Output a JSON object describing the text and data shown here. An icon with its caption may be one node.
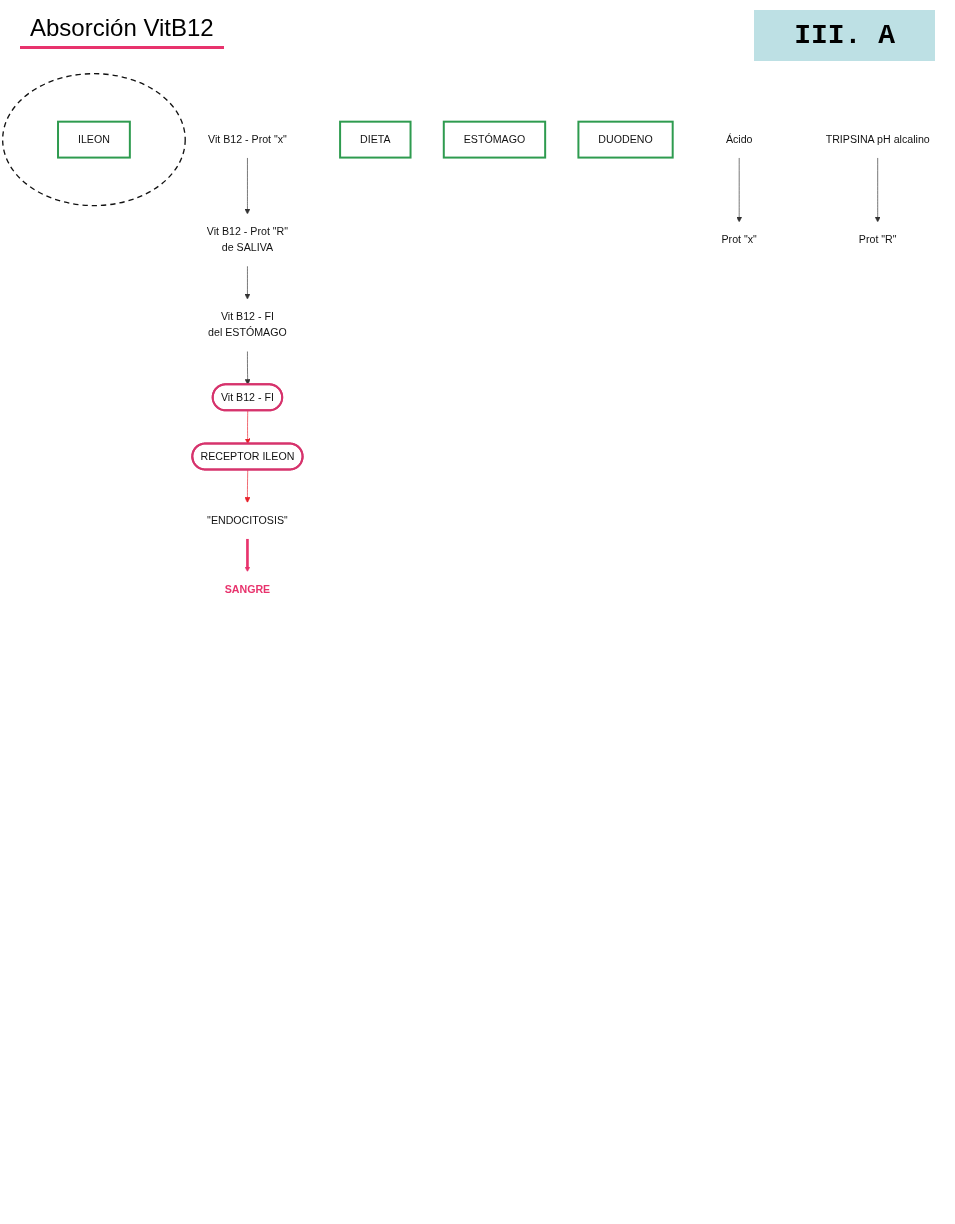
{
  "diagram": {
    "title": "III. A",
    "nodes": [
      {
        "text": [
          "Vit B12 - Prot \"x\""
        ]
      },
      {
        "text": [
          "DIETA"
        ]
      },
      {
        "text": [
          "Vit B12 - Prot \"R\"",
          "de SALIVA"
        ]
      },
      {
        "text": [
          "ESTÓMAGO"
        ]
      },
      {
        "text": [
          "Vit B12 - FI",
          "del ESTÓMAGO"
        ]
      },
      {
        "text": [
          "DUODENO"
        ]
      },
      {
        "text": [
          "Vit B12 - FI"
        ]
      },
      {
        "text": [
          "RECEPTOR ILEON"
        ]
      },
      {
        "text": [
          "\"ENDOCITOSIS\""
        ]
      },
      {
        "text": [
          "SANGRE"
        ]
      },
      {
        "text": [],
        "shape": "circle"
      },
      {
        "text": [
          "ILEON"
        ],
        "in": 10
      },
      {
        "text": [
          "Prot \"x\""
        ]
      },
      {
        "text": [
          "Ácido"
        ]
      },
      {
        "text": [
          "Prot \"R\""
        ]
      },
      {
        "text": [
          "TRIPSINA pH alcalino"
        ]
      }
    ],
    "edges": [
      {
        "from": 0,
        "to": 2,
        "arrow": "to"
      },
      {
        "from": 2,
        "to": 4,
        "arrow": "to"
      },
      {
        "from": 4,
        "to": 6,
        "arrow": "to"
      },
      {
        "from": 6,
        "to": 7,
        "arrow": "to",
        "color": "#e8202a"
      },
      {
        "from": 7,
        "to": 8,
        "arrow": "to",
        "color": "#e8202a"
      },
      {
        "from": 8,
        "to": 9,
        "arrow": "to",
        "style": "thick",
        "color": "#e8336d"
      },
      {
        "from": 13,
        "to": 12,
        "arrow": "to"
      },
      {
        "from": 15,
        "to": 14,
        "arrow": "to"
      }
    ],
    "labels": [
      "Absorción VitB12"
    ]
  }
}
